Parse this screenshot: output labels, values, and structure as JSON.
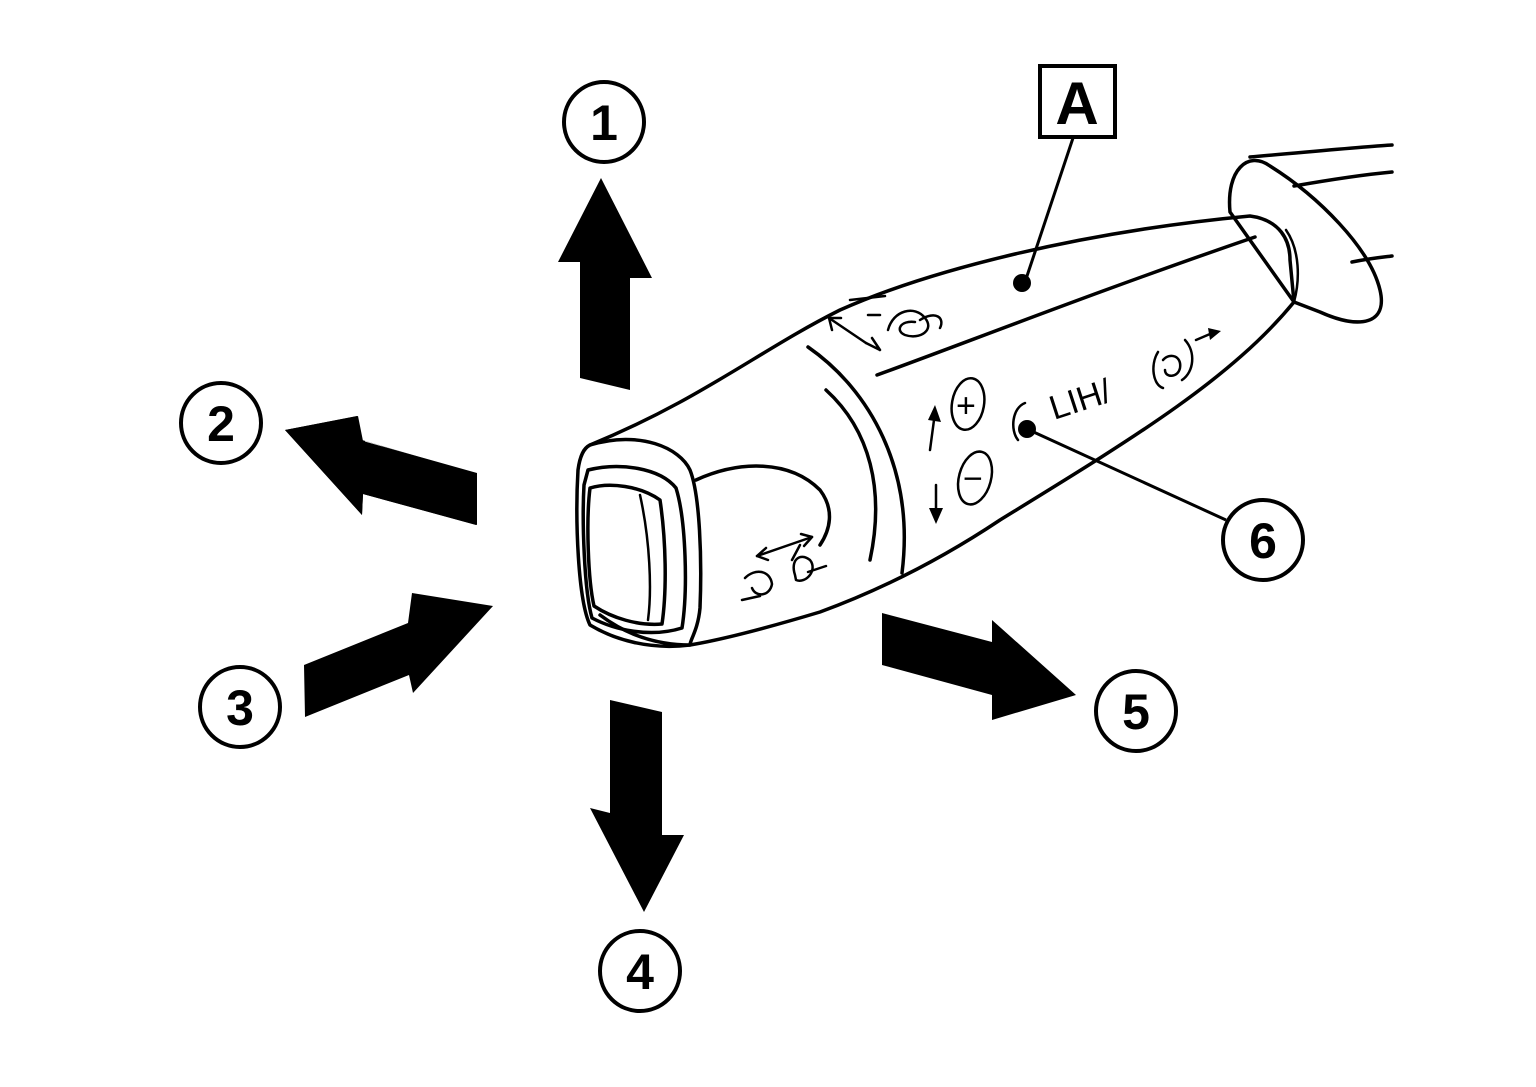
{
  "callouts": [
    {
      "id": "1",
      "label": "1"
    },
    {
      "id": "2",
      "label": "2"
    },
    {
      "id": "3",
      "label": "3"
    },
    {
      "id": "4",
      "label": "4"
    },
    {
      "id": "5",
      "label": "5"
    },
    {
      "id": "6",
      "label": "6"
    }
  ],
  "part_label": "A",
  "markings": {
    "lih_text": "LIH/",
    "plus_sign": "+",
    "minus_sign": "−"
  },
  "colors": {
    "ink": "#000000",
    "paper": "#ffffff"
  },
  "icons": [
    "washer-icon",
    "wiper-icon",
    "plus-icon",
    "minus-icon",
    "up-arrow-icon",
    "down-arrow-icon"
  ]
}
